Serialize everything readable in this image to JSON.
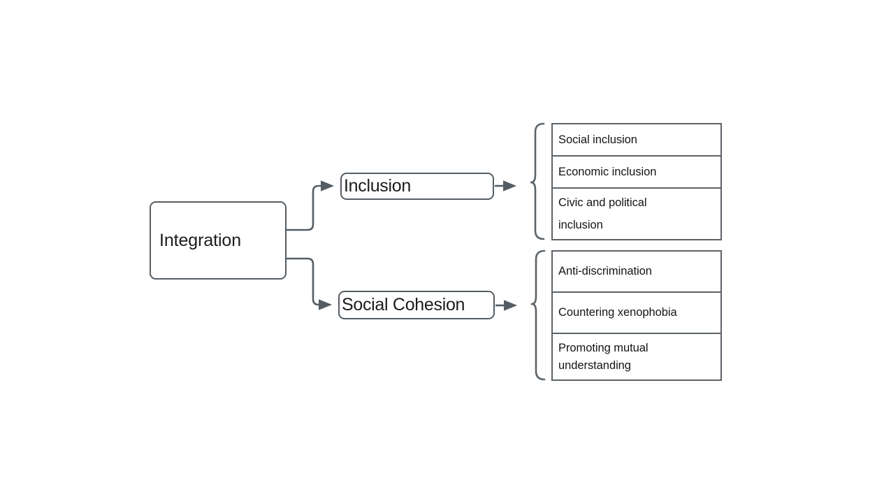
{
  "diagram": {
    "title": "Integration",
    "root": {
      "label": "Integration"
    },
    "branches": [
      {
        "id": "inclusion",
        "label": "Inclusion",
        "leaves": [
          {
            "lines": [
              "Social inclusion"
            ]
          },
          {
            "lines": [
              "Economic inclusion"
            ]
          },
          {
            "lines": [
              "Civic and political",
              "inclusion"
            ]
          }
        ]
      },
      {
        "id": "social-cohesion",
        "label": "Social Cohesion",
        "leaves": [
          {
            "lines": [
              "Anti-discrimination"
            ]
          },
          {
            "lines": [
              "Countering xenophobia"
            ]
          },
          {
            "lines": [
              "Promoting mutual",
              "understanding"
            ]
          }
        ]
      }
    ],
    "colors": {
      "stroke": "#555d63",
      "cell_stroke": "#5c6368",
      "text": "#1c1c1c",
      "background": "#ffffff"
    },
    "connectors": [
      {
        "from": "root",
        "to": "inclusion",
        "shape": "elbow-up",
        "arrowhead": "filled-triangle"
      },
      {
        "from": "root",
        "to": "social-cohesion",
        "shape": "elbow-down",
        "arrowhead": "filled-triangle"
      },
      {
        "from": "inclusion",
        "to": "inclusion-brace",
        "shape": "straight",
        "arrowhead": "filled-triangle"
      },
      {
        "from": "social-cohesion",
        "to": "social-cohesion-brace",
        "shape": "straight",
        "arrowhead": "filled-triangle"
      }
    ],
    "braces": [
      {
        "id": "inclusion-brace",
        "glyph": "curly-brace-left"
      },
      {
        "id": "social-cohesion-brace",
        "glyph": "curly-brace-left"
      }
    ]
  }
}
